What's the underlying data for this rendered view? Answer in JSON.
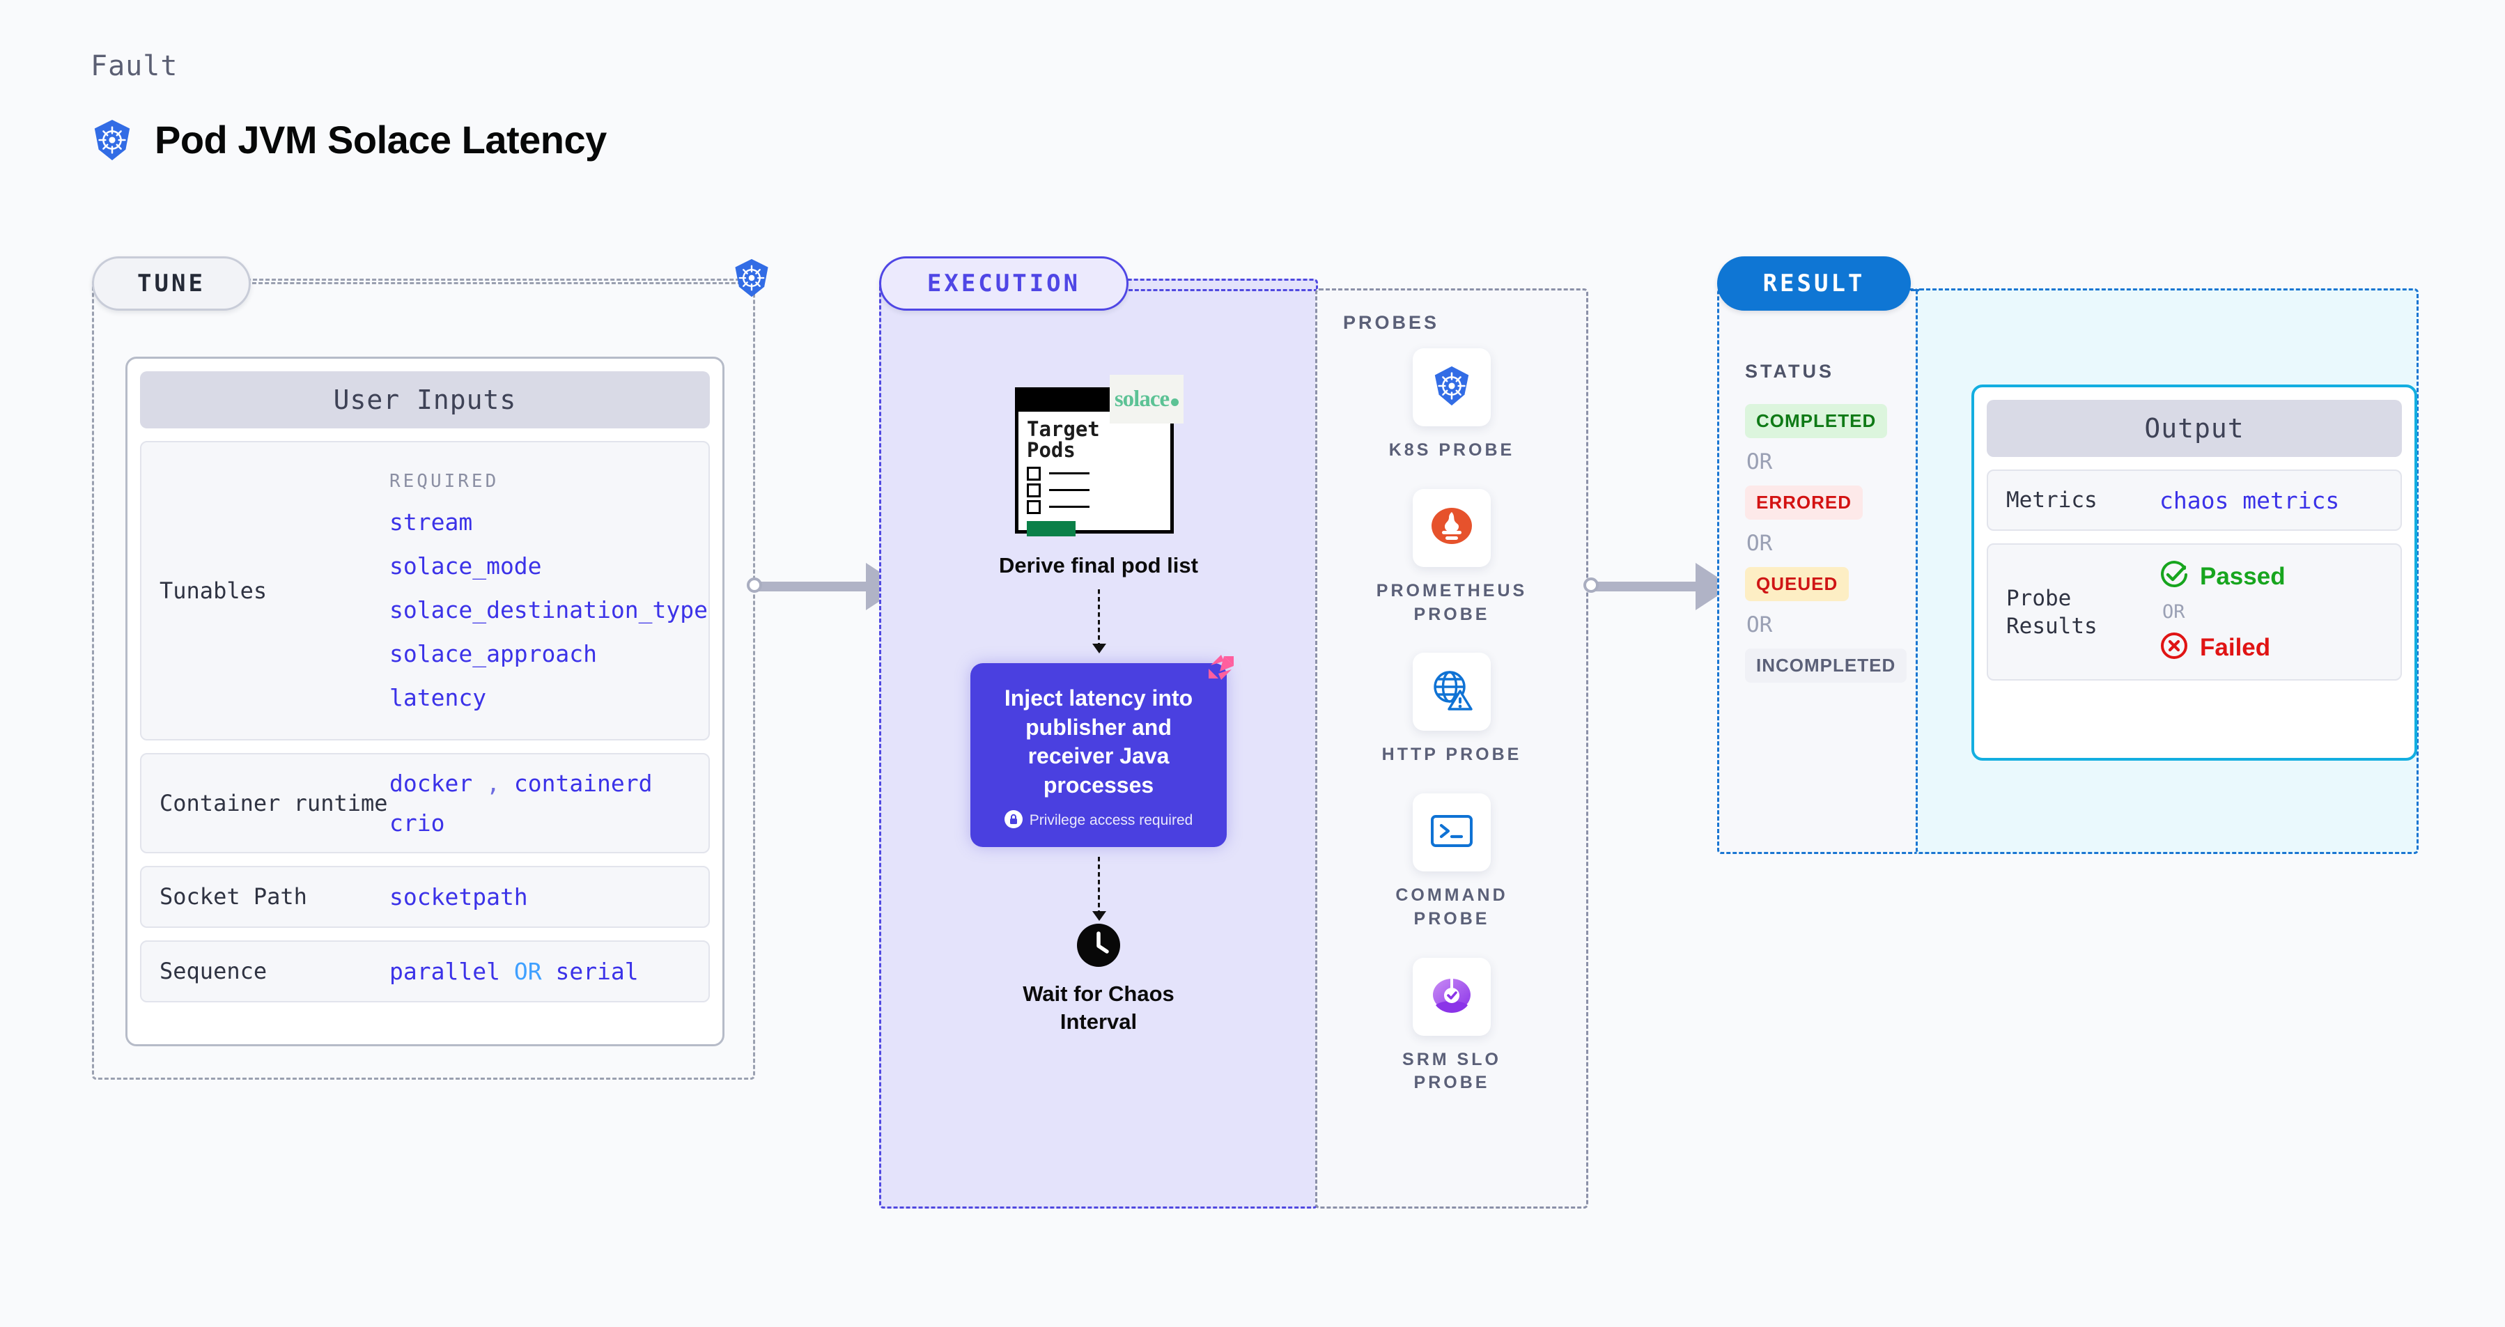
{
  "header": {
    "eyebrow": "Fault",
    "title": "Pod JVM Solace Latency",
    "icon": "kubernetes-icon"
  },
  "stages": {
    "tune": {
      "label": "TUNE",
      "badge_icon": "kubernetes-icon"
    },
    "execution": {
      "label": "EXECUTION"
    },
    "result": {
      "label": "RESULT"
    }
  },
  "user_inputs": {
    "card_title": "User Inputs",
    "rows": [
      {
        "label": "Tunables",
        "required_label": "REQUIRED",
        "values": [
          "stream",
          "solace_mode",
          "solace_destination_type",
          "solace_approach",
          "latency"
        ]
      },
      {
        "label": "Container runtime",
        "values_line1": [
          "docker",
          "containerd"
        ],
        "separator": ",",
        "values_line2": [
          "crio"
        ]
      },
      {
        "label": "Socket Path",
        "values": [
          "socketpath"
        ]
      },
      {
        "label": "Sequence",
        "value_left": "parallel",
        "keyword": "OR",
        "value_right": "serial"
      }
    ]
  },
  "execution": {
    "pods_card": {
      "title_line1": "Target",
      "title_line2": "Pods",
      "brand": "solace",
      "brand_icon": "solace-dot-icon",
      "checkbox_count": 3
    },
    "step1_caption": "Derive final pod list",
    "inject_card": {
      "text": "Inject latency into publisher and receiver Java processes",
      "privilege_note": "Privilege access required",
      "lock_icon": "lock-icon",
      "corner_badge_icon": "harness-logo-icon",
      "color": "#4a40e0"
    },
    "wait_step": {
      "icon": "clock-icon",
      "caption_line1": "Wait for Chaos",
      "caption_line2": "Interval"
    }
  },
  "probes": {
    "heading": "PROBES",
    "items": [
      {
        "label": "K8S PROBE",
        "icon": "kubernetes-icon"
      },
      {
        "label": "PROMETHEUS PROBE",
        "icon": "prometheus-icon"
      },
      {
        "label": "HTTP PROBE",
        "icon": "globe-warning-icon"
      },
      {
        "label": "COMMAND PROBE",
        "icon": "terminal-icon"
      },
      {
        "label": "SRM SLO PROBE",
        "icon": "srm-slo-icon"
      }
    ]
  },
  "status": {
    "heading": "STATUS",
    "or_label": "OR",
    "items": [
      {
        "label": "COMPLETED",
        "class": "chip-completed"
      },
      {
        "label": "ERRORED",
        "class": "chip-errored"
      },
      {
        "label": "QUEUED",
        "class": "chip-queued"
      },
      {
        "label": "INCOMPLETED",
        "class": "chip-incompleted"
      }
    ]
  },
  "output": {
    "card_title": "Output",
    "metrics_label": "Metrics",
    "metrics_value": "chaos metrics",
    "probe_results_label": "Probe Results",
    "passed_label": "Passed",
    "failed_label": "Failed",
    "or_label": "OR",
    "passed_icon": "check-circle-icon",
    "failed_icon": "x-circle-icon"
  },
  "colors": {
    "accent_indigo": "#4a40e0",
    "accent_blue": "#0f76d4",
    "mono_value": "#3b32e8",
    "cyan_border": "#13aee0",
    "page_bg": "#f9fafc"
  }
}
